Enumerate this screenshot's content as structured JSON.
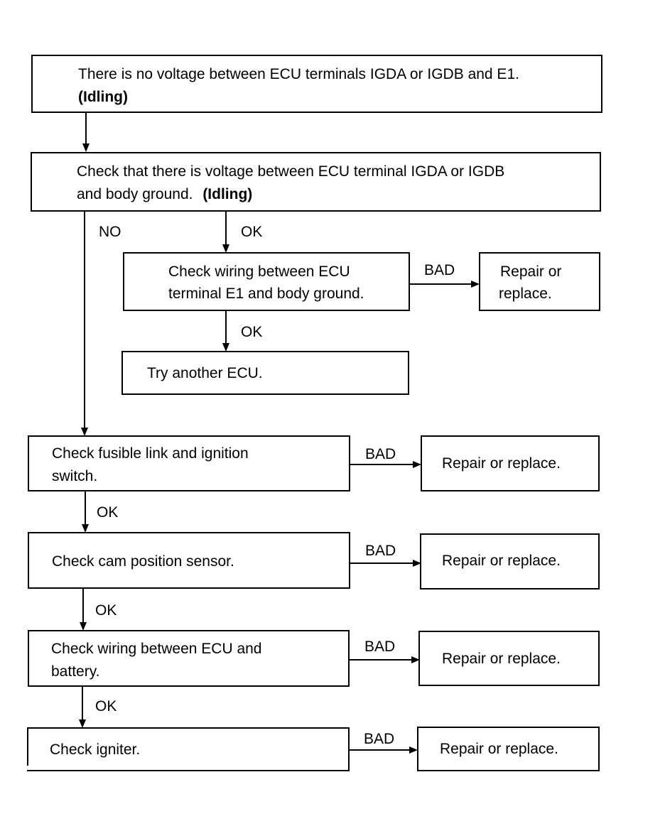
{
  "boxes": {
    "start": {
      "line1": "There is no voltage between ECU terminals IGDA or IGDB and E1.",
      "line2": "(Idling)"
    },
    "check_voltage": {
      "line1": "Check that there is voltage between ECU terminal IGDA or IGDB",
      "line2_a": "and body ground.",
      "line2_b": "(Idling)"
    },
    "check_wiring_e1": {
      "line1": "Check wiring between ECU",
      "line2": "terminal E1 and body ground."
    },
    "repair_e1": {
      "line1": "Repair or",
      "line2": "replace."
    },
    "try_ecu": {
      "text": "Try another ECU."
    },
    "check_fusible": {
      "line1": "Check fusible link and ignition",
      "line2": "switch."
    },
    "repair_fusible": {
      "text": "Repair or replace."
    },
    "check_cam": {
      "text": "Check cam position sensor."
    },
    "repair_cam": {
      "text": "Repair or replace."
    },
    "check_battery": {
      "line1": "Check wiring between ECU and",
      "line2": "battery."
    },
    "repair_battery": {
      "text": "Repair or replace."
    },
    "check_igniter": {
      "text": "Check igniter."
    },
    "repair_igniter": {
      "text": "Repair or replace."
    }
  },
  "labels": {
    "no": "NO",
    "ok": "OK",
    "bad": "BAD"
  }
}
